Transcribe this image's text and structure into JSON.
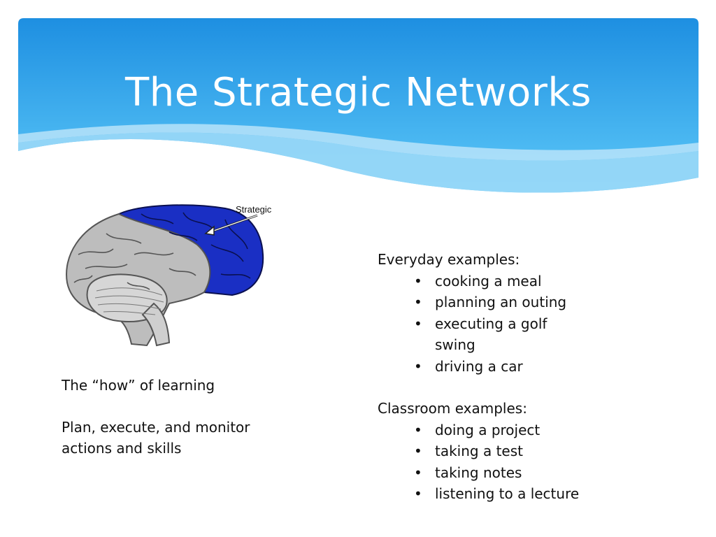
{
  "slide": {
    "title": "The Strategic Networks"
  },
  "figure": {
    "label": "Strategic",
    "icon": "brain-icon",
    "highlight_color": "#1a2fc4"
  },
  "left": {
    "line1": "The “how” of learning",
    "line2": "Plan, execute, and monitor actions and skills"
  },
  "everyday": {
    "heading": "Everyday examples:",
    "items": [
      "cooking a meal",
      "planning an outing",
      "executing a golf swing",
      "driving a car"
    ]
  },
  "classroom": {
    "heading": "Classroom examples:",
    "items": [
      "doing a project",
      "taking a test",
      "taking notes",
      "listening to a lecture"
    ]
  },
  "colors": {
    "header_top": "#1e8fe1",
    "header_bottom": "#4fc3f7",
    "wave_light": "#9ad8f7"
  }
}
